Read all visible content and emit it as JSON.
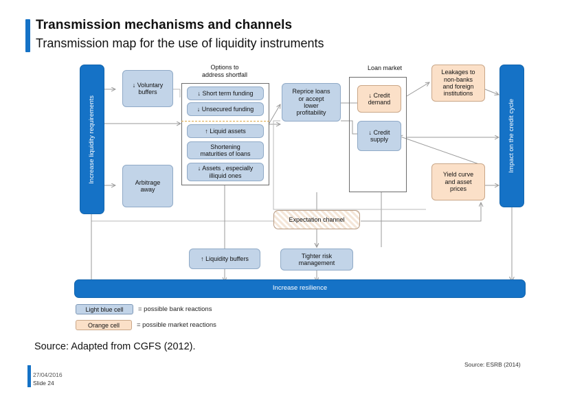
{
  "header": {
    "title": "Transmission mechanisms and channels",
    "subtitle": "Transmission map for the use of liquidity instruments"
  },
  "diagram": {
    "left_bar": "Increase liquidity requirements",
    "right_bar": "Impact on the credit cycle",
    "bottom_bar": "Increase resilience",
    "group_options_label": "Options to\naddress shortfall",
    "group_loan_market_label": "Loan market",
    "nodes": {
      "voluntary_buffers": "↓ Voluntary\nbuffers",
      "arbitrage_away": "Arbitrage\naway",
      "short_term_funding": "↓ Short term funding",
      "unsecured_funding": "↓ Unsecured funding",
      "liquid_assets": "↑ Liquid assets",
      "shortening_maturities": "Shortening\nmaturities of loans",
      "assets_illiquid": "↓ Assets , especially\nilliquid ones",
      "reprice_loans": "Reprice loans\nor accept\nlower\nprofitability",
      "credit_demand": "↓ Credit\ndemand",
      "credit_supply": "↓ Credit\nsupply",
      "leakages": "Leakages to\nnon-banks\nand foreign\ninstitutions",
      "yield_curve": "Yield curve\nand asset\nprices",
      "expectation_channel": "Expectation channel",
      "liquidity_buffers": "↑ Liquidity buffers",
      "tighter_risk": "Tighter risk\nmanagement"
    }
  },
  "legend": {
    "blue_chip": "Light blue cell",
    "blue_text": "= possible bank reactions",
    "orange_chip": "Orange cell",
    "orange_text": "= possible market reactions"
  },
  "footer": {
    "source": "Source: Adapted from CGFS (2012).",
    "esrb": "Source: ESRB (2014)",
    "date": "27/04/2016",
    "slide": "Slide 24"
  },
  "colors": {
    "brand_blue": "#1572c6",
    "light_blue_cell": "#c2d4e8",
    "orange_cell": "#fbe0c8",
    "connector_gray": "#9a9a9a",
    "divider_orange": "#d9a441"
  }
}
